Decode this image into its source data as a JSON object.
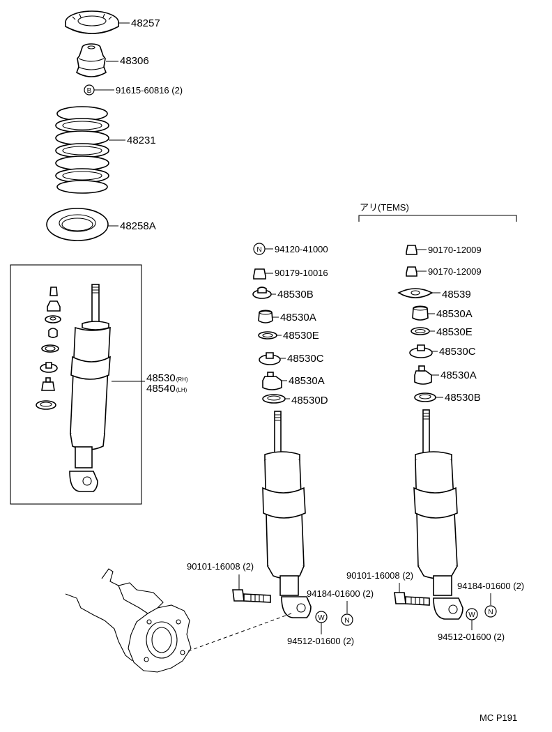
{
  "labels": {
    "p48257": "48257",
    "p48306": "48306",
    "p91615": "91615-60816 (2)",
    "p48231": "48231",
    "p48258A": "48258A",
    "p48530": "48530",
    "p48530_sub": "(RH)",
    "p48540": "48540",
    "p48540_sub": "(LH)",
    "tems_header": "アリ(TEMS)",
    "mid": {
      "m1": "94120-41000",
      "m2": "90179-10016",
      "m3": "48530B",
      "m4": "48530A",
      "m5": "48530E",
      "m6": "48530C",
      "m7": "48530A",
      "m8": "48530D"
    },
    "right": {
      "r1": "90170-12009",
      "r2": "90170-12009",
      "r3": "48539",
      "r4": "48530A",
      "r5": "48530E",
      "r6": "48530C",
      "r7": "48530A",
      "r8": "48530B"
    },
    "bolt_mid": "90101-16008 (2)",
    "nut_mid": "94184-01600 (2)",
    "washer_mid": "94512-01600 (2)",
    "bolt_right": "90101-16008 (2)",
    "nut_right": "94184-01600 (2)",
    "washer_right": "94512-01600 (2)",
    "footer_code": "MC P191"
  },
  "symbols": {
    "B": "B",
    "N": "N",
    "W": "W"
  }
}
